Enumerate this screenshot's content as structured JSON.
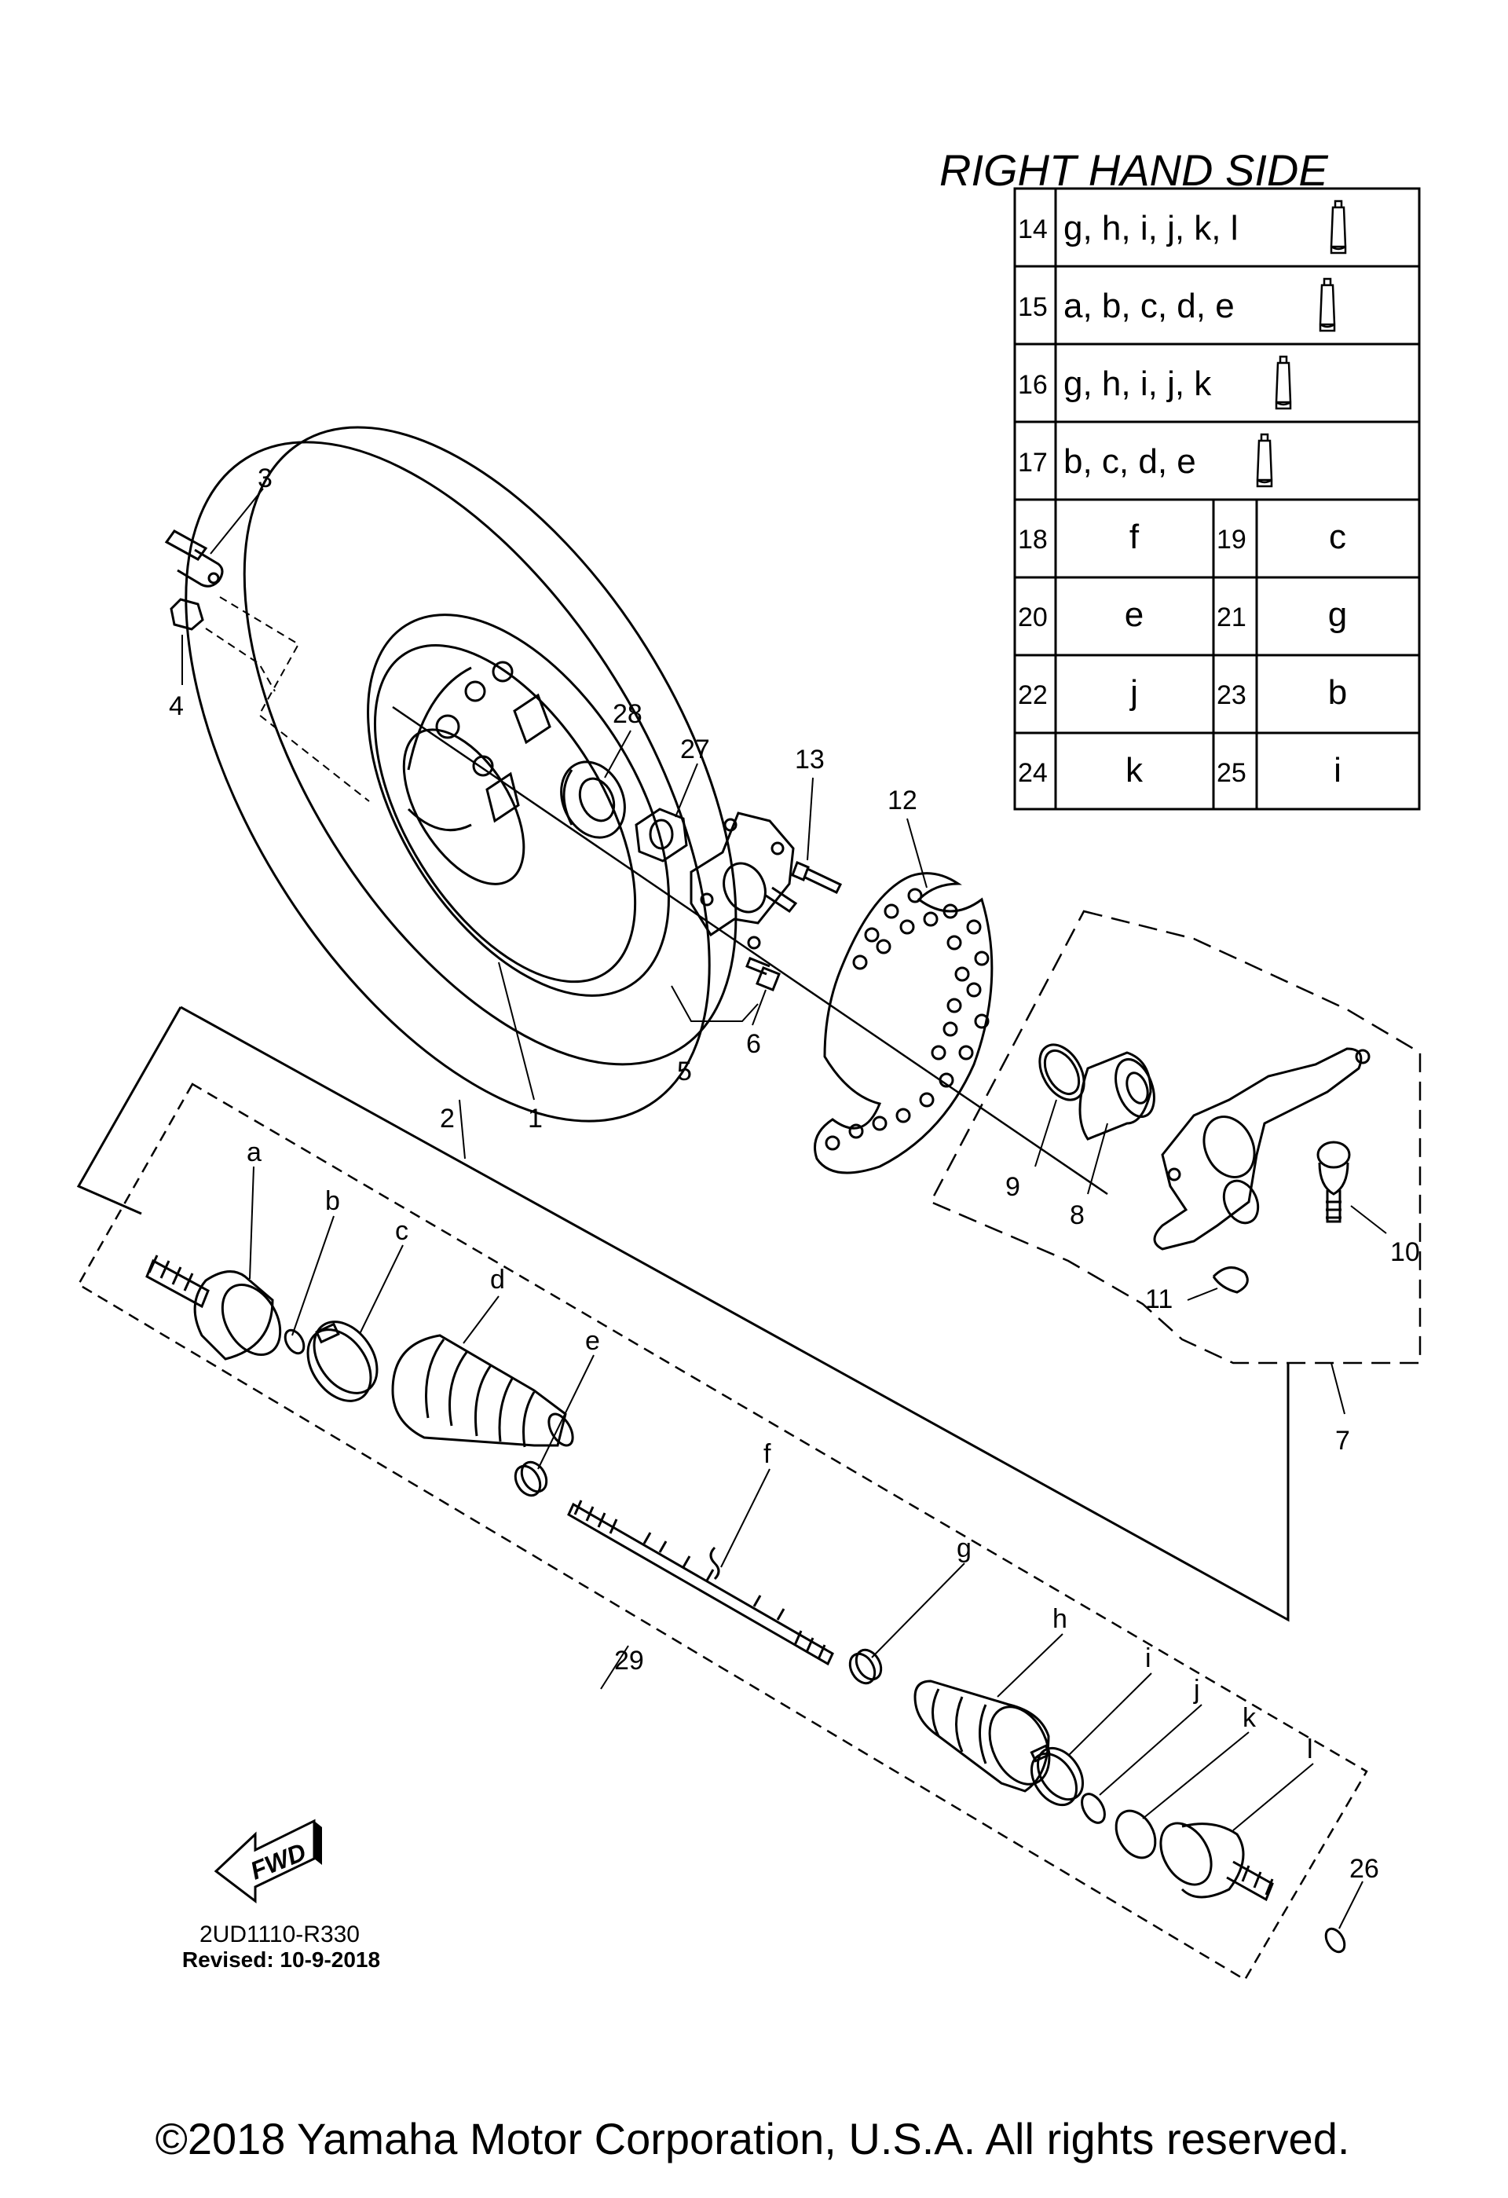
{
  "table": {
    "title": "RIGHT HAND SIDE",
    "grease_rows": [
      {
        "num": "14",
        "items": "g, h, i, j, k, l"
      },
      {
        "num": "15",
        "items": "a, b, c, d, e"
      },
      {
        "num": "16",
        "items": "g, h, i, j, k"
      },
      {
        "num": "17",
        "items": "b, c, d, e"
      }
    ],
    "pair_rows": [
      {
        "num1": "18",
        "val1": "f",
        "num2": "19",
        "val2": "c"
      },
      {
        "num1": "20",
        "val1": "e",
        "num2": "21",
        "val2": "g"
      },
      {
        "num1": "22",
        "val1": "j",
        "num2": "23",
        "val2": "b"
      },
      {
        "num1": "24",
        "val1": "k",
        "num2": "25",
        "val2": "i"
      }
    ]
  },
  "callouts": {
    "n1": "1",
    "n2": "2",
    "n3": "3",
    "n4": "4",
    "n5": "5",
    "n6": "6",
    "n7": "7",
    "n8": "8",
    "n9": "9",
    "n10": "10",
    "n11": "11",
    "n12": "12",
    "n13": "13",
    "n26": "26",
    "n27": "27",
    "n28": "28",
    "n29": "29",
    "a": "a",
    "b": "b",
    "c": "c",
    "d": "d",
    "e": "e",
    "f": "f",
    "g": "g",
    "h": "h",
    "i": "i",
    "j": "j",
    "k": "k",
    "l": "l"
  },
  "fwd_label": "FWD",
  "diagram_code": "2UD1110-R330",
  "revised": "Revised: 10-9-2018",
  "copyright": "©2018 Yamaha Motor Corporation, U.S.A. All rights reserved."
}
